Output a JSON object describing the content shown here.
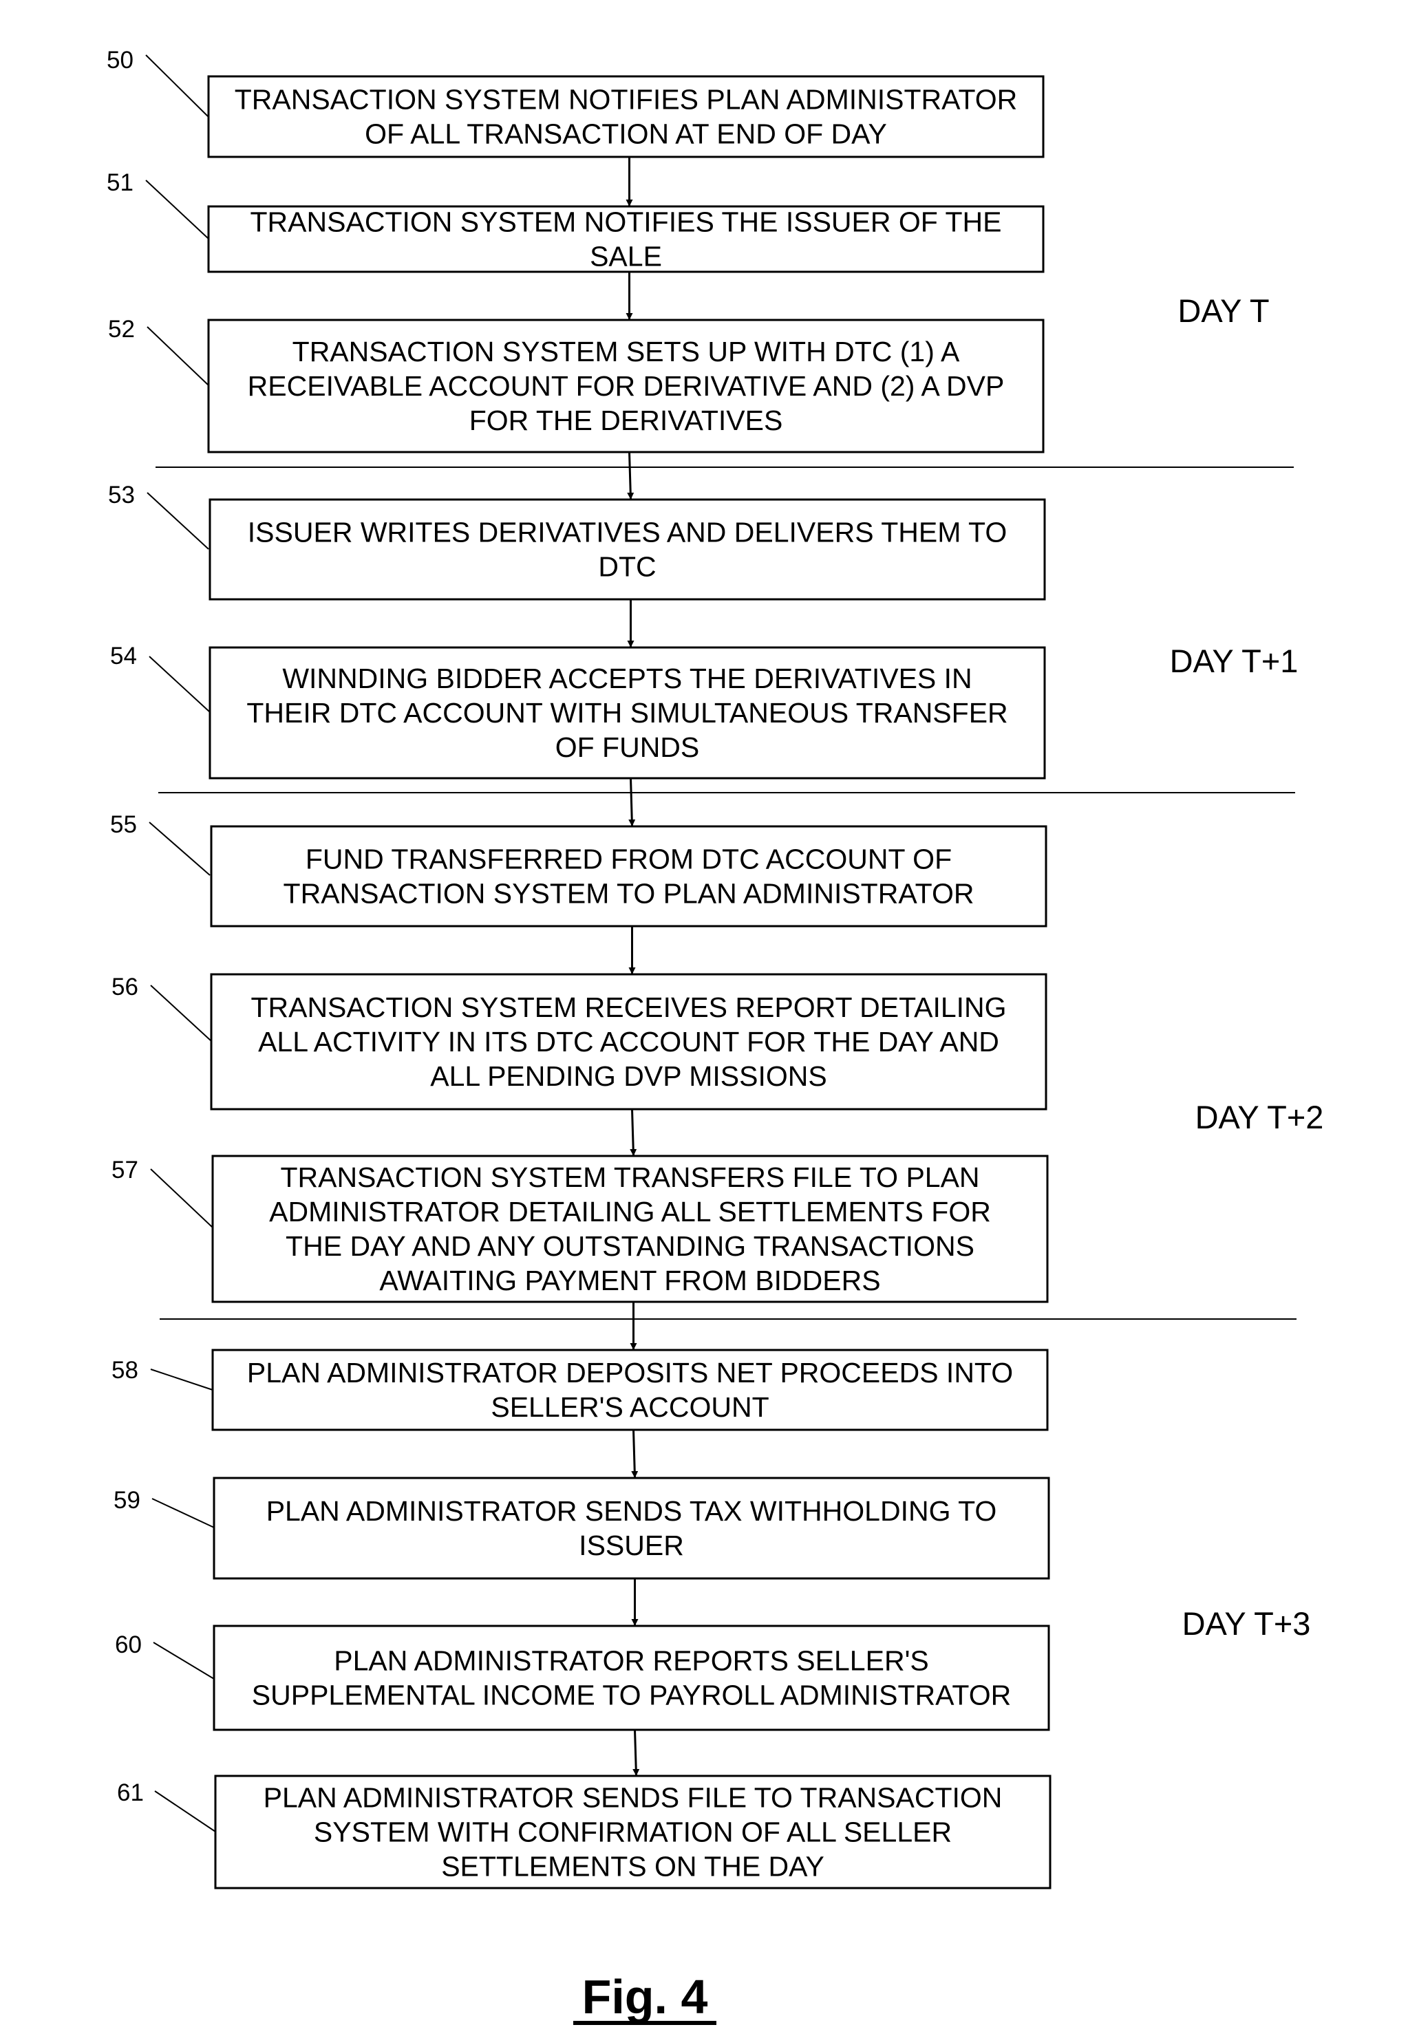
{
  "figure": {
    "caption": "Fig. 4"
  },
  "steps": [
    {
      "ref": "50",
      "lines": [
        "TRANSACTION SYSTEM NOTIFIES PLAN ADMINISTRATOR",
        "OF ALL TRANSACTION AT END OF DAY"
      ]
    },
    {
      "ref": "51",
      "lines": [
        "TRANSACTION SYSTEM NOTIFIES THE ISSUER OF THE",
        "SALE"
      ]
    },
    {
      "ref": "52",
      "lines": [
        "TRANSACTION SYSTEM SETS UP WITH DTC (1) A",
        "RECEIVABLE ACCOUNT FOR DERIVATIVE AND (2) A DVP",
        "FOR THE DERIVATIVES"
      ]
    },
    {
      "ref": "53",
      "lines": [
        "ISSUER WRITES DERIVATIVES AND DELIVERS THEM TO",
        "DTC"
      ]
    },
    {
      "ref": "54",
      "lines": [
        "WINNDING BIDDER ACCEPTS THE DERIVATIVES IN",
        "THEIR DTC ACCOUNT WITH SIMULTANEOUS TRANSFER",
        "OF FUNDS"
      ]
    },
    {
      "ref": "55",
      "lines": [
        "FUND TRANSFERRED FROM DTC ACCOUNT OF",
        "TRANSACTION SYSTEM TO PLAN ADMINISTRATOR"
      ]
    },
    {
      "ref": "56",
      "lines": [
        "TRANSACTION SYSTEM RECEIVES REPORT DETAILING",
        "ALL ACTIVITY IN ITS DTC ACCOUNT FOR THE DAY AND",
        "ALL PENDING DVP MISSIONS"
      ]
    },
    {
      "ref": "57",
      "lines": [
        "TRANSACTION SYSTEM TRANSFERS FILE TO PLAN",
        "ADMINISTRATOR DETAILING ALL SETTLEMENTS FOR",
        "THE DAY AND ANY OUTSTANDING TRANSACTIONS",
        "AWAITING PAYMENT FROM BIDDERS"
      ]
    },
    {
      "ref": "58",
      "lines": [
        "PLAN ADMINISTRATOR DEPOSITS NET PROCEEDS INTO",
        "SELLER'S ACCOUNT"
      ]
    },
    {
      "ref": "59",
      "lines": [
        "PLAN ADMINISTRATOR SENDS TAX WITHHOLDING TO",
        "ISSUER"
      ]
    },
    {
      "ref": "60",
      "lines": [
        "PLAN ADMINISTRATOR REPORTS SELLER'S",
        "SUPPLEMENTAL INCOME TO PAYROLL ADMINISTRATOR"
      ]
    },
    {
      "ref": "61",
      "lines": [
        "PLAN ADMINISTRATOR SENDS FILE TO TRANSACTION",
        "SYSTEM WITH CONFIRMATION OF ALL SELLER",
        "SETTLEMENTS ON THE DAY"
      ]
    }
  ],
  "day_labels": [
    "DAY T",
    "DAY T+1",
    "DAY T+2",
    "DAY T+3"
  ]
}
